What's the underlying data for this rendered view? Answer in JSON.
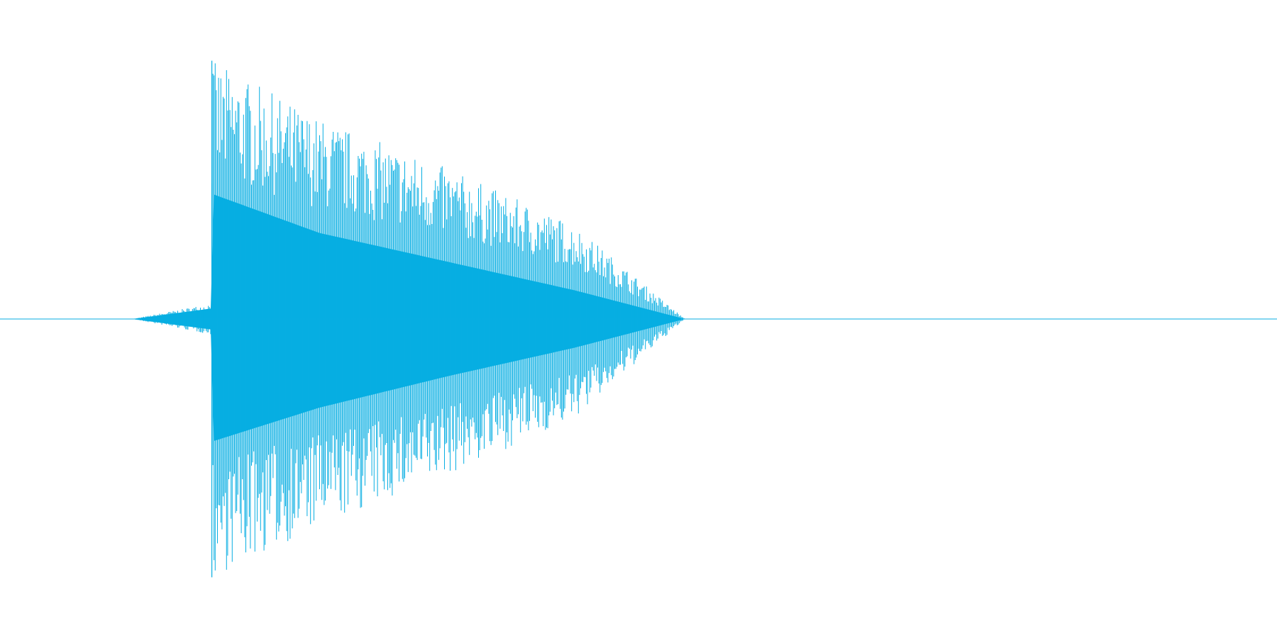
{
  "chart_data": {
    "type": "line",
    "title": "",
    "xlabel": "",
    "ylabel": "",
    "grid": false,
    "legend": "none",
    "axes_visible": false,
    "ylim": [
      -1,
      1
    ],
    "xlim": [
      0,
      1
    ],
    "baseline": 0,
    "color": "#07aee2",
    "series": [
      {
        "values_envelope": {
          "description_free": true,
          "x": [
            0,
            0.1036,
            0.165,
            0.1654,
            0.1659,
            0.25,
            0.35,
            0.45,
            0.5364,
            1.0
          ],
          "upper": [
            0,
            0,
            0.06,
            0.12,
            0.99,
            0.77,
            0.58,
            0.36,
            0,
            0
          ],
          "lower": [
            0,
            0,
            -0.06,
            -0.12,
            -0.99,
            -0.8,
            -0.6,
            -0.38,
            0,
            0
          ],
          "core_upper": [
            0,
            0,
            0.04,
            0.06,
            0.48,
            0.33,
            0.22,
            0.11,
            0,
            0
          ],
          "core_lower": [
            0,
            0,
            -0.04,
            -0.06,
            -0.47,
            -0.34,
            -0.22,
            -0.11,
            0,
            0
          ]
        }
      }
    ]
  }
}
